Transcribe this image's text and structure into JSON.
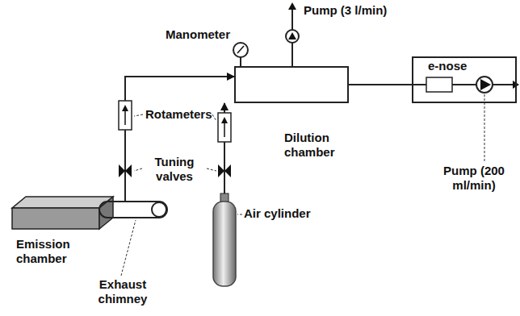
{
  "diagram": {
    "nodes": [
      {
        "text": [
          "Emission chamber"
        ]
      },
      {
        "text": [
          "Dilution chamber"
        ]
      },
      {
        "text": [
          "e-nose"
        ]
      },
      {
        "text": [
          "Air cylinder"
        ]
      }
    ],
    "edges": [
      {
        "from": 0,
        "to": 1,
        "arrow": "to"
      },
      {
        "from": 3,
        "to": 1,
        "arrow": "to"
      },
      {
        "from": 1,
        "to": 2,
        "arrow": "none"
      }
    ],
    "labels": [
      "Manometer",
      "Pump (3 l/min)",
      "Rotameters",
      "Tuning valves",
      "Exhaust chimney",
      "Pump (200 ml/min)"
    ]
  }
}
